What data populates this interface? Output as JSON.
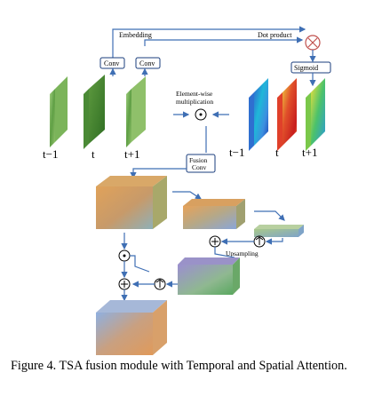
{
  "figure": {
    "embedding": "Embedding",
    "dot_product": "Dot product",
    "conv_a": "Conv",
    "conv_b": "Conv",
    "sigmoid": "Sigmoid",
    "elementwise_line1": "Element-wise",
    "elementwise_line2": "multiplication",
    "frames_left": [
      "t−1",
      "t",
      "t+1"
    ],
    "frames_right": [
      "t−1",
      "t",
      "t+1"
    ],
    "fusion_line1": "Fusion",
    "fusion_line2": "Conv",
    "upsampling": "Upsampling"
  },
  "caption": {
    "text": "Figure 4.  TSA fusion module with Temporal and Spatial Attention."
  },
  "colors": {
    "feature_green": "#6aa84f",
    "feature_green_dark": "#3d7a2c",
    "arrow_blue": "#3f6fb4",
    "box_border": "#1a3d7c",
    "multiply_circle": "#c0504d"
  }
}
